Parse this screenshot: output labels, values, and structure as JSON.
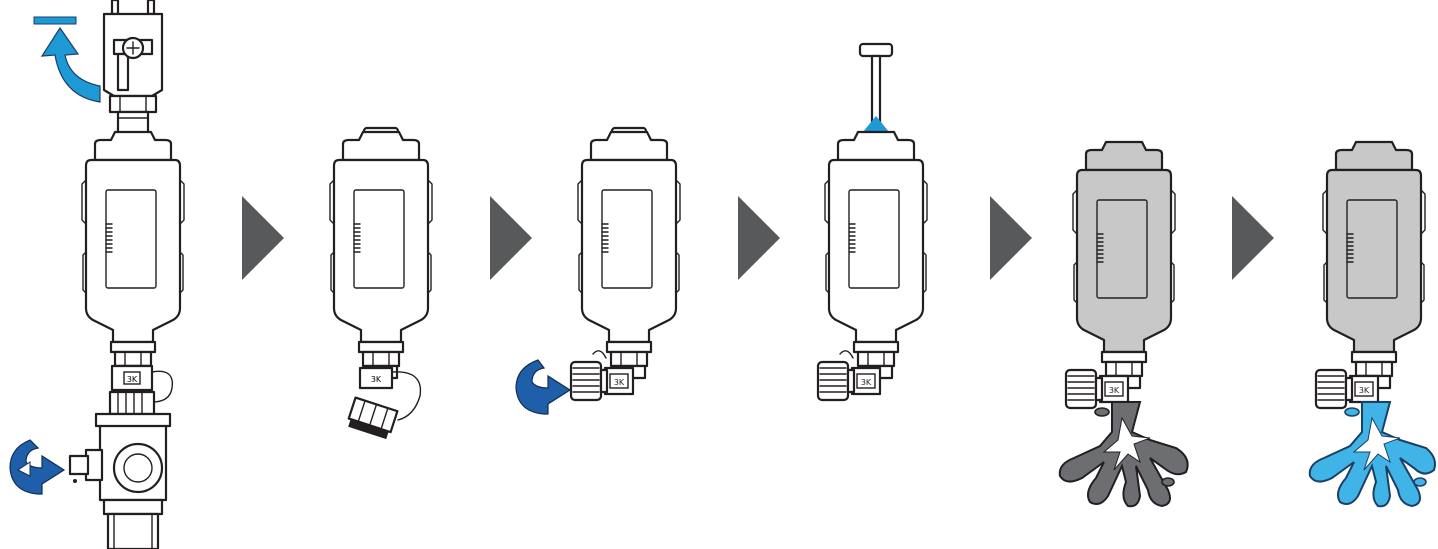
{
  "colors": {
    "outline": "#231f20",
    "unit_body_clean": "#ffffff",
    "unit_body_dirty": "#c8c8c8",
    "arrow_step": "#58595b",
    "rotate_up_arrow": "#1d9ad6",
    "rotate_down_arrow": "#1f5ea8",
    "pull_up_arrow": "#1d9ad6",
    "dirty_water": "#6d6e71",
    "clean_water": "#40b4e6"
  },
  "icons": {
    "step_arrow": "triangle-right",
    "rotate_arrow": "curved-arrow",
    "pull_arrow": "arrow-up"
  },
  "steps": [
    {
      "name": "step-1-close-valves",
      "body_fill": "clean"
    },
    {
      "name": "step-2-remove-cap",
      "body_fill": "clean"
    },
    {
      "name": "step-3-attach-nozzle",
      "body_fill": "clean"
    },
    {
      "name": "step-4-pull-handle",
      "body_fill": "clean"
    },
    {
      "name": "step-5-flush-dirty",
      "body_fill": "dirty"
    },
    {
      "name": "step-6-flush-clean",
      "body_fill": "dirty"
    }
  ]
}
